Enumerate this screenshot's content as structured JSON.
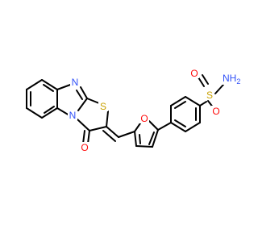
{
  "molecule": {
    "atoms": {
      "n_imine": "N",
      "n_ring": "N",
      "s_thiazole": "S",
      "o_carbonyl": "O",
      "o_furan": "O",
      "s_sulfonyl": "S",
      "o_sulfonyl_top": "O",
      "o_sulfonyl_bottom": "O",
      "n_amide": "NH",
      "n_amide_sub": "2"
    },
    "colors": {
      "carbon": "#000000",
      "nitrogen": "#3050f8",
      "oxygen": "#ff0d0d",
      "sulfur": "#c8a000"
    }
  }
}
